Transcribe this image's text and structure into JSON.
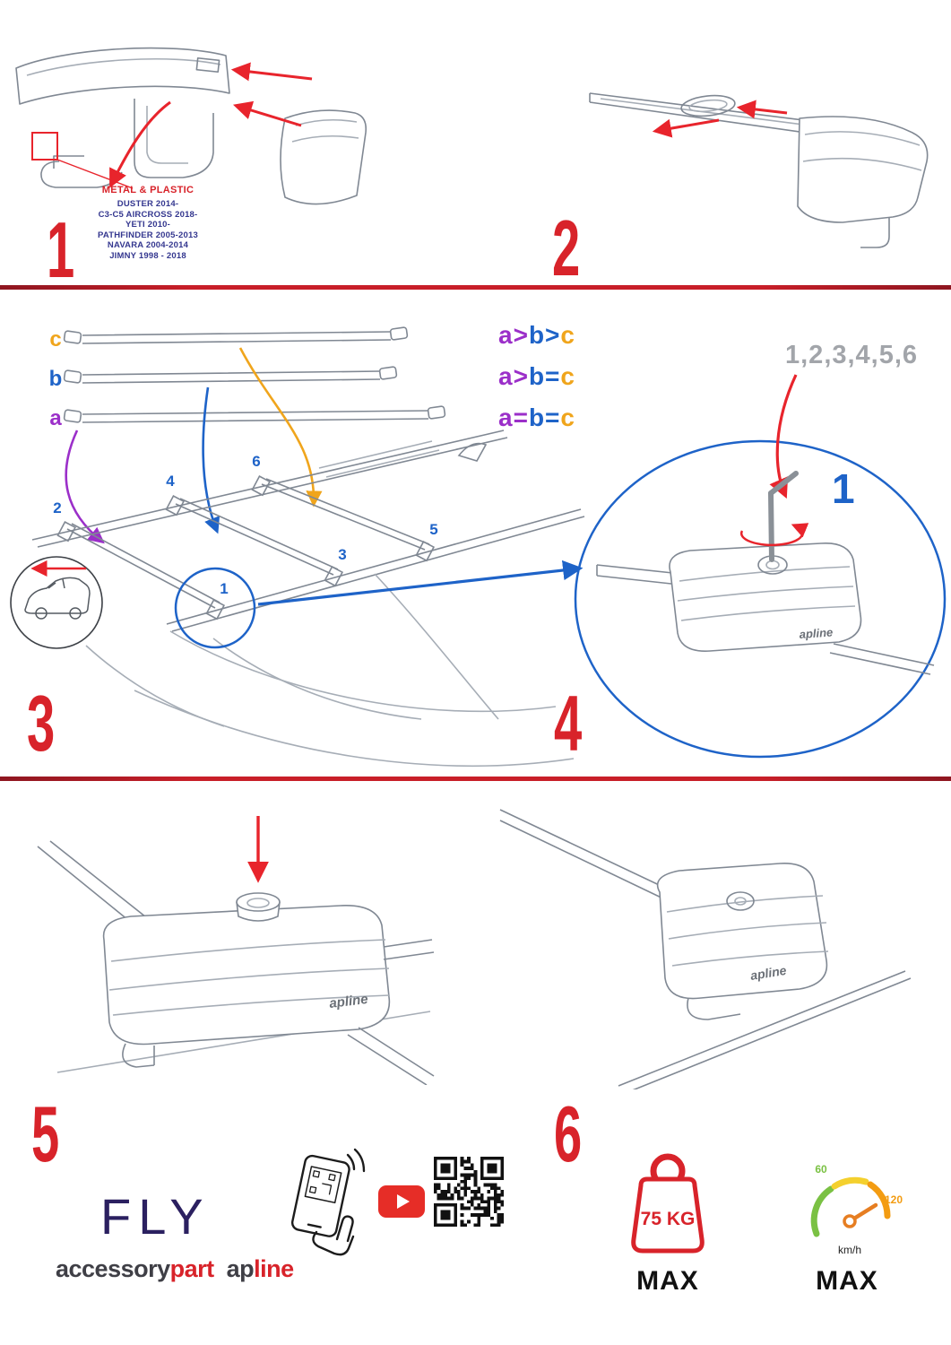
{
  "steps": {
    "n1": "1",
    "n2": "2",
    "n3": "3",
    "n4": "4",
    "n5": "5",
    "n6": "6"
  },
  "step1": {
    "material_label": "METAL & PLASTIC",
    "models": [
      "DUSTER 2014-",
      "C3-C5 AIRCROSS 2018-",
      "YETI 2010-",
      "PATHFINDER 2005-2013",
      "NAVARA 2004-2014",
      "JIMNY 1998 - 2018"
    ]
  },
  "step3": {
    "bar_a": "a",
    "bar_b": "b",
    "bar_c": "c",
    "legend": {
      "row1": {
        "a": "a",
        "op1": ">",
        "b": "b",
        "op2": ">",
        "c": "c"
      },
      "row2": {
        "a": "a",
        "op1": ">",
        "b": "b",
        "op2": "=",
        "c": "c"
      },
      "row3": {
        "a": "a",
        "op1": "=",
        "b": "b",
        "op2": "=",
        "c": "c"
      }
    },
    "positions": {
      "p1": "1",
      "p2": "2",
      "p3": "3",
      "p4": "4",
      "p5": "5",
      "p6": "6"
    }
  },
  "step4": {
    "sequence": "1,2,3,4,5,6",
    "highlight": "1",
    "brand": "apline"
  },
  "step5": {
    "brand": "apline"
  },
  "step6_drawing": {
    "brand": "apline"
  },
  "branding": {
    "product": "FLY",
    "accessory": "accessory",
    "part": "part",
    "brand_ap": "ap",
    "brand_line": "line"
  },
  "limits": {
    "weight": "75 KG",
    "weight_max": "MAX",
    "speed_low": "60",
    "speed_high": "120",
    "speed_unit": "km/h",
    "speed_max": "MAX"
  }
}
